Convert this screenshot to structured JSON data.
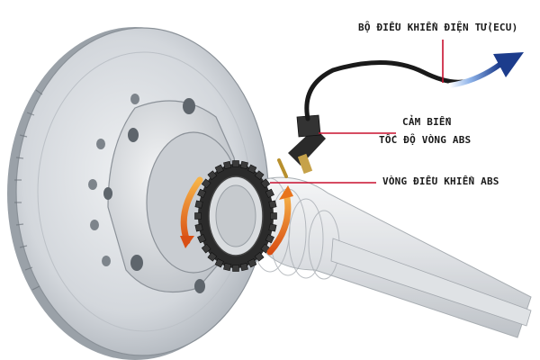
{
  "labels": {
    "ecu": "BỘ ĐIỀU KHIỂN ĐIỆN TỬ(ECU)",
    "sensor_line1": "CẢM BIẾN",
    "sensor_line2": "TỐC ĐỘ VÒNG ABS",
    "ring": "VÒNG ĐIỀU KHIỂN ABS"
  },
  "colors": {
    "leader_line": "#c8102e",
    "arrow_dark": "#1c3c8c",
    "arrow_light": "#8fb4ea",
    "rotation_arrow": "#e8741c",
    "disc": "#d4d8dd",
    "cable": "#1a1a1a"
  }
}
